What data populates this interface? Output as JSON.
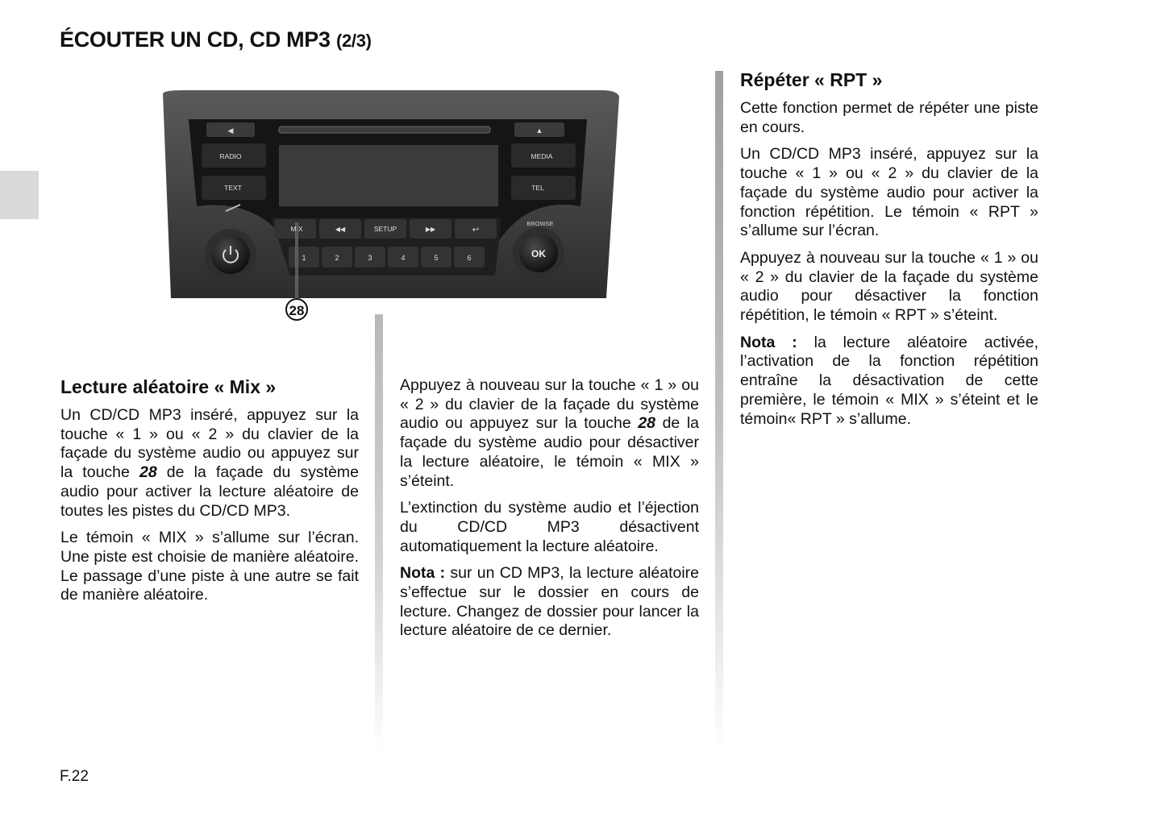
{
  "page": {
    "title": "ÉCOUTER UN CD, CD MP3",
    "title_suffix": "(2/3)",
    "page_number": "F.22"
  },
  "figure": {
    "callout": "28",
    "buttons": {
      "radio": "RADIO",
      "text": "TEXT",
      "media": "MEDIA",
      "tel": "TEL",
      "browse": "BROWSE",
      "ok": "OK",
      "mix": "MIX",
      "setup": "SETUP",
      "presets": [
        "1",
        "2",
        "3",
        "4",
        "5",
        "6"
      ]
    }
  },
  "col1": {
    "heading": "Lecture aléatoire « Mix »",
    "p1_a": "Un CD/CD MP3 inséré, appuyez sur la touche « 1 » ou « 2 » du clavier de la façade du système audio ou appuyez sur la touche ",
    "p1_ref": "28",
    "p1_b": " de la façade du système audio pour activer la lecture aléatoire de toutes les pistes du CD/CD MP3.",
    "p2": "Le témoin « MIX » s’allume sur l’écran. Une piste est choisie de manière aléatoire. Le passage d’une piste à une autre se fait de manière aléatoire."
  },
  "col2": {
    "p1_a": "Appuyez à nouveau sur la touche « 1 » ou « 2 » du clavier de la façade du système audio ou appuyez sur la touche ",
    "p1_ref": "28",
    "p1_b": " de la façade du système audio pour désactiver la lecture aléatoire, le témoin « MIX » s’éteint.",
    "p2": "L’extinction du système audio et l’éjection du CD/CD MP3 désactivent automatiquement la lecture aléatoire.",
    "note_label": "Nota :",
    "note_text": " sur un CD MP3, la lecture aléatoire s’effectue sur le dossier en cours de lecture. Changez de dossier pour lancer la lecture aléatoire de ce dernier."
  },
  "col3": {
    "heading": "Répéter « RPT »",
    "p1": "Cette fonction permet de répéter une piste en cours.",
    "p2": "Un CD/CD MP3 inséré, appuyez sur la touche « 1 » ou « 2 » du clavier de la façade du système audio pour activer la fonction répétition. Le témoin « RPT » s’allume sur l’écran.",
    "p3": "Appuyez à nouveau sur la touche « 1 » ou « 2 » du clavier de la façade du système audio pour désactiver la fonction répétition, le témoin « RPT » s’éteint.",
    "note_label": "Nota :",
    "note_text": " la lecture aléatoire activée, l’activation de la fonction répétition entraîne la désactivation de cette première, le témoin « MIX » s’éteint et le témoin« RPT » s’allume."
  }
}
